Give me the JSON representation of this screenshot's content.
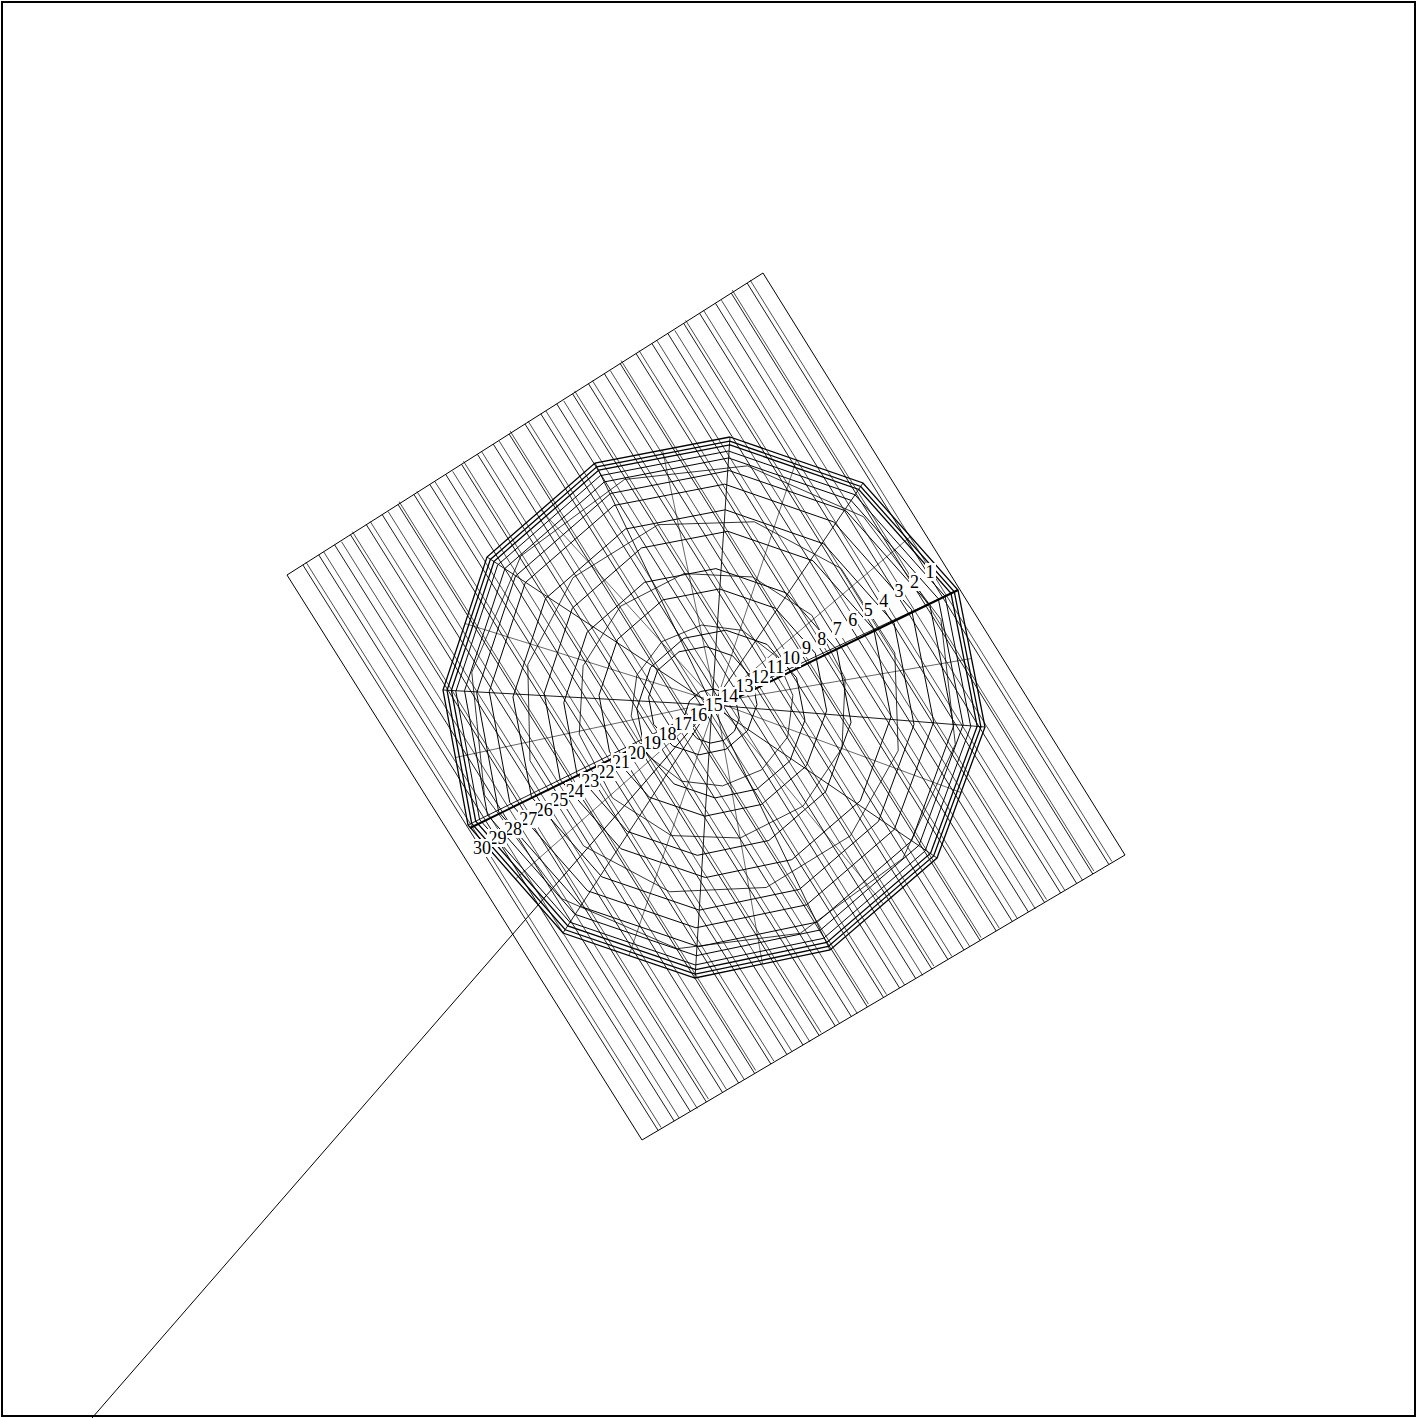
{
  "diagram": {
    "labels": [
      "1",
      "2",
      "3",
      "4",
      "5",
      "6",
      "7",
      "8",
      "9",
      "10",
      "11",
      "12",
      "13",
      "14",
      "15",
      "16",
      "17",
      "18",
      "19",
      "20",
      "21",
      "22",
      "23",
      "24",
      "25",
      "26",
      "27",
      "28",
      "29",
      "30"
    ]
  }
}
